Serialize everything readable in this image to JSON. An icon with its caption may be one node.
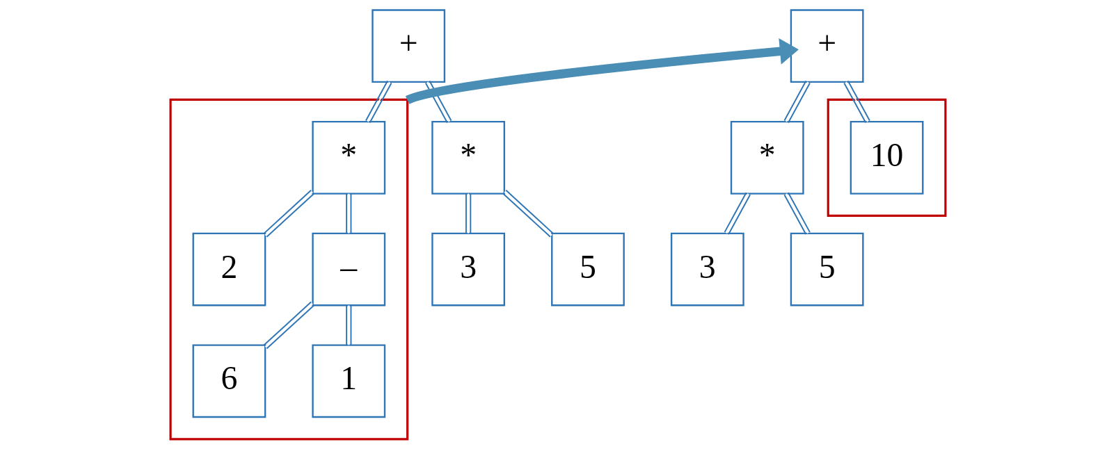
{
  "diagram": {
    "nodes": [
      {
        "text": [
          "+"
        ]
      },
      {
        "text": [
          "*"
        ]
      },
      {
        "text": [
          "3"
        ]
      },
      {
        "text": [
          "5"
        ]
      },
      {
        "text": [],
        "shape": "box"
      },
      {
        "text": [
          "*"
        ],
        "in": 4
      },
      {
        "text": [
          "2"
        ],
        "in": 4
      },
      {
        "text": [
          "–"
        ],
        "in": 4
      },
      {
        "text": [
          "6"
        ],
        "in": 4
      },
      {
        "text": [
          "1"
        ],
        "in": 4
      },
      {
        "text": [
          "+"
        ]
      },
      {
        "text": [
          "*"
        ]
      },
      {
        "text": [
          "3"
        ]
      },
      {
        "text": [
          "5"
        ]
      },
      {
        "text": [],
        "shape": "box"
      },
      {
        "text": [
          "10"
        ],
        "in": 14
      }
    ],
    "edges": [
      {
        "from": 0,
        "to": 1,
        "arrow": "none"
      },
      {
        "from": 0,
        "to": 5,
        "arrow": "none"
      },
      {
        "from": 1,
        "to": 2,
        "arrow": "none"
      },
      {
        "from": 1,
        "to": 3,
        "arrow": "none"
      },
      {
        "from": 5,
        "to": 6,
        "arrow": "none"
      },
      {
        "from": 5,
        "to": 7,
        "arrow": "none"
      },
      {
        "from": 7,
        "to": 8,
        "arrow": "none"
      },
      {
        "from": 7,
        "to": 9,
        "arrow": "none"
      },
      {
        "from": 4,
        "to": 10,
        "arrow": "to",
        "style": "thick",
        "color": "#4a8db5"
      },
      {
        "from": 10,
        "to": 11,
        "arrow": "none"
      },
      {
        "from": 10,
        "to": 15,
        "arrow": "none"
      },
      {
        "from": 11,
        "to": 12,
        "arrow": "none"
      },
      {
        "from": 11,
        "to": 13,
        "arrow": "none"
      }
    ]
  }
}
